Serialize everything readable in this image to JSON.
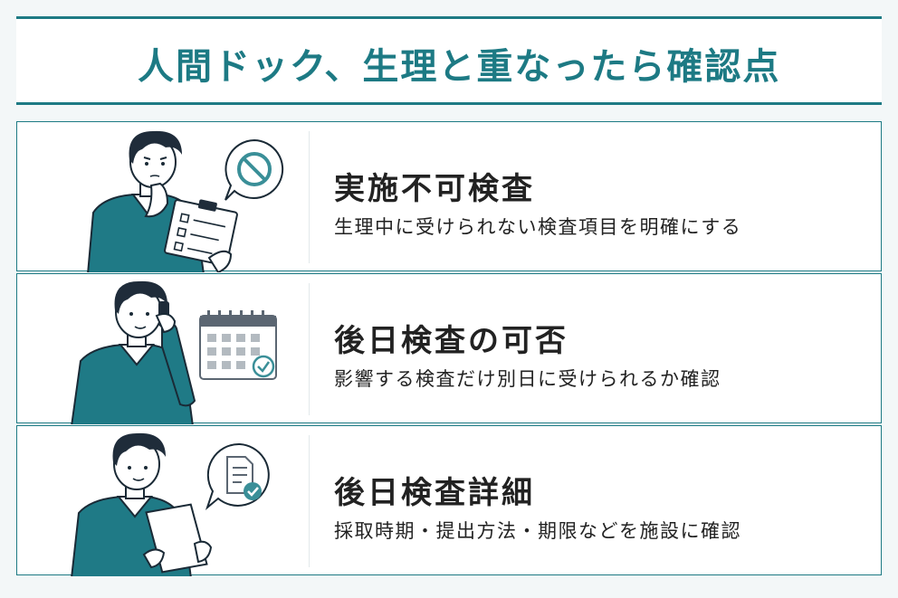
{
  "title": "人間ドック、生理と重なったら確認点",
  "colors": {
    "accent": "#1d7a84",
    "sweater": "#1f7a86",
    "hair": "#1f2c3a",
    "icon_gray": "#5b6672",
    "check_teal": "#3a8f98"
  },
  "cards": [
    {
      "heading": "実施不可検査",
      "description": "生理中に受けられない検査項目を明確にする",
      "illustration": "man-with-clipboard",
      "icon": "prohibited-icon"
    },
    {
      "heading": "後日検査の可否",
      "description": "影響する検査だけ別日に受けられるか確認",
      "illustration": "man-on-phone",
      "icon": "calendar-check-icon"
    },
    {
      "heading": "後日検査詳細",
      "description": "採取時期・提出方法・期限などを施設に確認",
      "illustration": "man-reading-paper",
      "icon": "document-check-icon"
    }
  ]
}
